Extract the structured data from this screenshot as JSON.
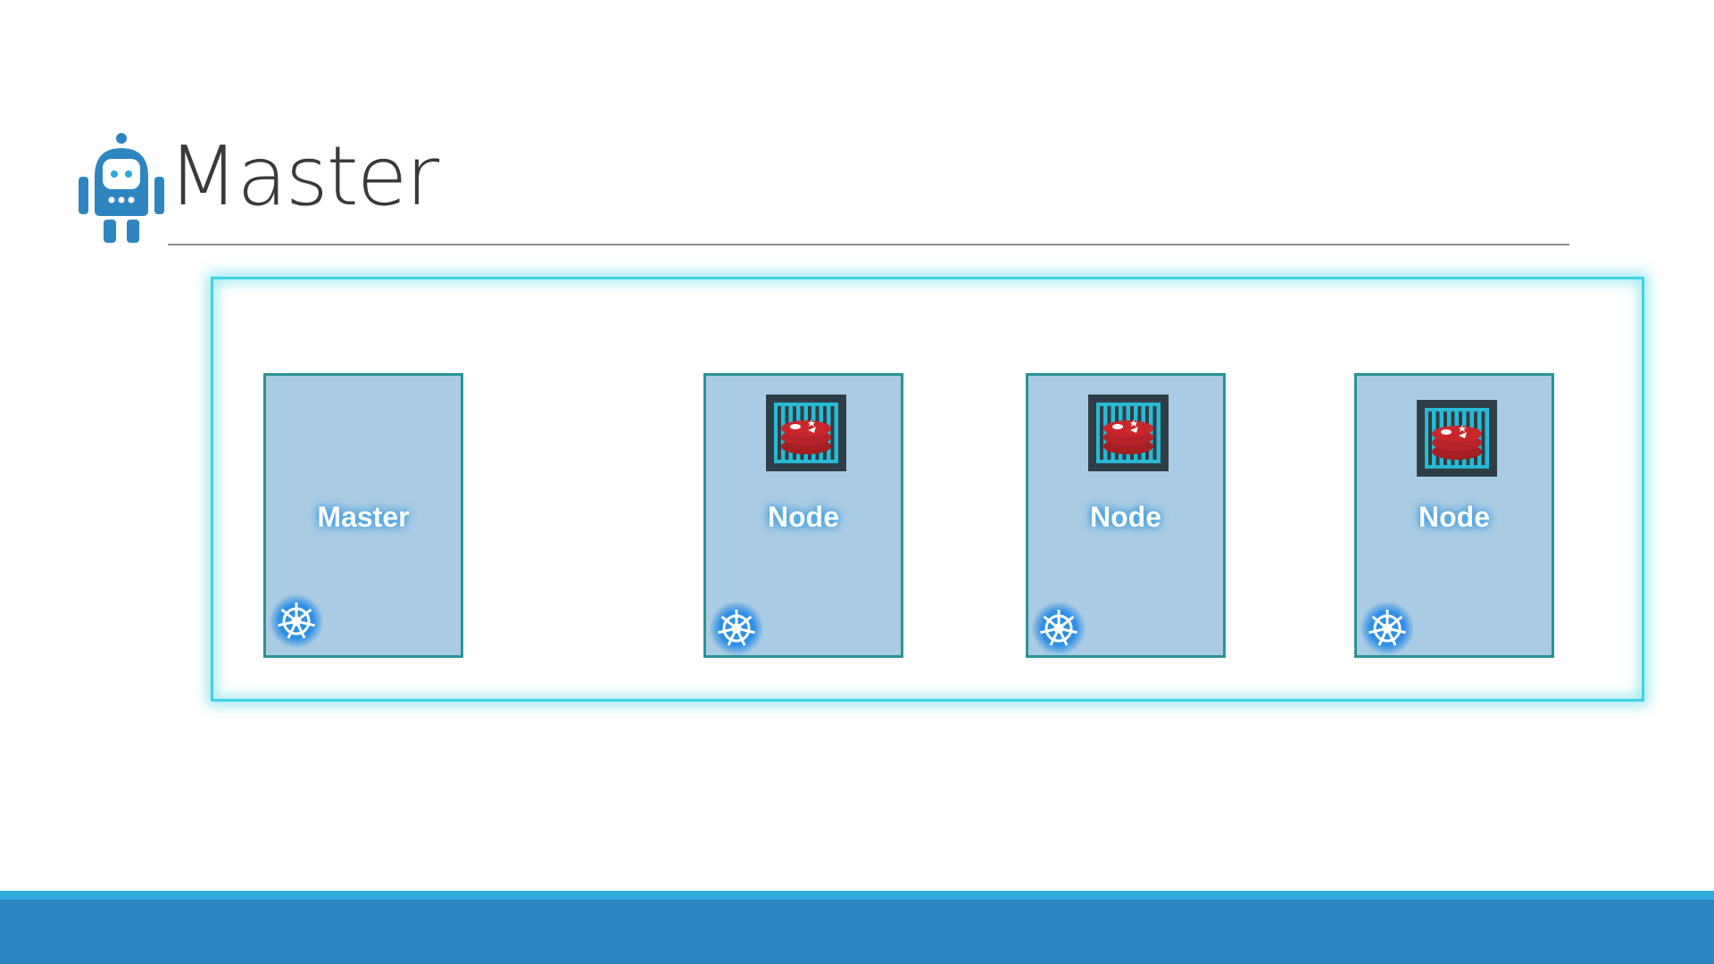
{
  "title": "Master",
  "nodes": [
    {
      "label": "Master",
      "has_app": false
    },
    {
      "label": "Node",
      "has_app": true
    },
    {
      "label": "Node",
      "has_app": true
    },
    {
      "label": "Node",
      "has_app": true
    }
  ],
  "colors": {
    "accent": "#2e86c1",
    "box": "#a9cbe3",
    "border": "#2a9493",
    "glow": "#3fd3e3"
  }
}
